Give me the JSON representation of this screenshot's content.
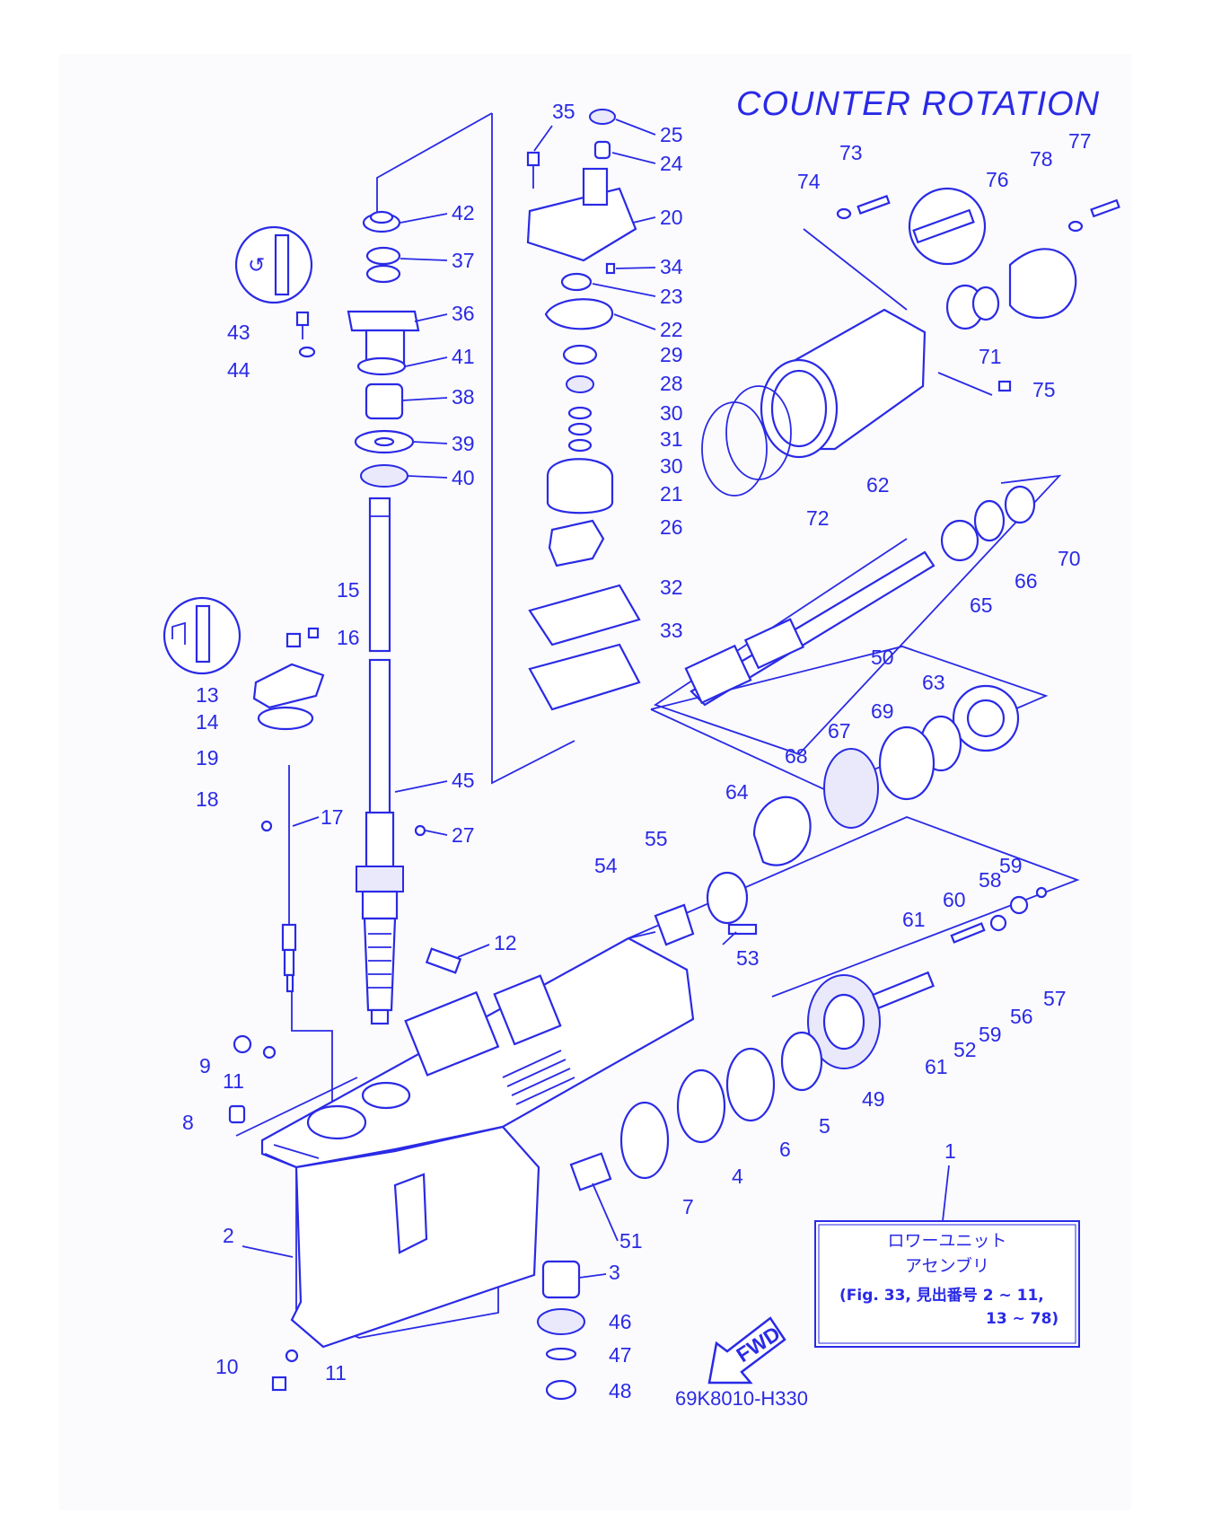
{
  "title": "COUNTER ROTATION",
  "drawing_code": "69K8010-H330",
  "fwd_label": "FWD",
  "assembly_box": {
    "item_number": "1",
    "line1": "ロワーユニット",
    "line2": "アセンブリ",
    "line3": "(Fig. 33, 見出番号 2 ~ 11,",
    "line4": "13 ~ 78)"
  },
  "callouts": [
    "35",
    "25",
    "24",
    "20",
    "34",
    "23",
    "22",
    "29",
    "28",
    "30",
    "31",
    "30",
    "21",
    "26",
    "32",
    "33",
    "42",
    "37",
    "36",
    "43",
    "44",
    "41",
    "38",
    "39",
    "40",
    "15",
    "16",
    "13",
    "14",
    "19",
    "18",
    "17",
    "45",
    "27",
    "12",
    "9",
    "11",
    "8",
    "2",
    "10",
    "11",
    "3",
    "46",
    "47",
    "48",
    "51",
    "7",
    "4",
    "6",
    "5",
    "49",
    "55",
    "54",
    "53",
    "64",
    "68",
    "67",
    "69",
    "63",
    "50",
    "65",
    "66",
    "70",
    "62",
    "72",
    "71",
    "75",
    "73",
    "74",
    "76",
    "78",
    "77",
    "61",
    "60",
    "58",
    "59",
    "57",
    "56",
    "59",
    "52",
    "61"
  ],
  "colors": {
    "ink": "#2a2ae6",
    "paper": "#ffffff"
  }
}
